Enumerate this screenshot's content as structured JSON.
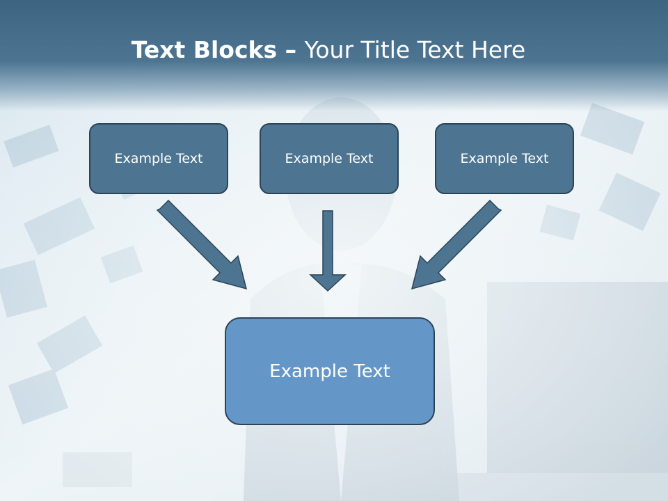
{
  "slide": {
    "title_bold": "Text Blocks",
    "title_separator": " – ",
    "title_rest": "Your Title Text Here"
  },
  "boxes": {
    "top_left": "Example Text",
    "top_center": "Example Text",
    "top_right": "Example Text",
    "bottom": "Example Text"
  },
  "colors": {
    "header": "#4d7591",
    "box_fill": "#4d7591",
    "box_border": "#2a4356",
    "bottom_box_fill": "#6497c8",
    "arrow": "#4d7591"
  }
}
